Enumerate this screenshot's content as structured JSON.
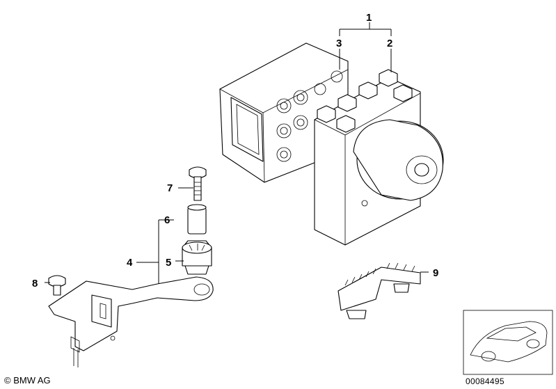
{
  "callouts": {
    "c1": "1",
    "c2": "2",
    "c3": "3",
    "c4": "4",
    "c5": "5",
    "c6": "6",
    "c7": "7",
    "c8": "8",
    "c9": "9"
  },
  "footer": {
    "copyright": "© BMW AG",
    "doc_number": "00084495"
  }
}
